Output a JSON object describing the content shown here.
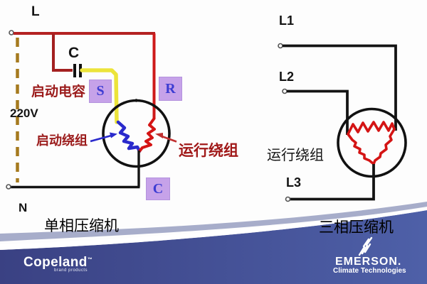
{
  "left_diagram": {
    "terminal_l": "L",
    "terminal_n": "N",
    "capacitor_label": "C",
    "voltage": "220V",
    "start_capacitor_text": "启动电容",
    "start_winding_text": "启动绕组",
    "run_winding_text": "运行绕组",
    "pin_s": "S",
    "pin_r": "R",
    "pin_c": "C",
    "caption": "单相压缩机"
  },
  "right_diagram": {
    "terminal_l1": "L1",
    "terminal_l2": "L2",
    "terminal_l3": "L3",
    "run_winding_text": "运行绕组",
    "caption": "三相压缩机"
  },
  "footer": {
    "copeland_logo": "Copeland",
    "copeland_tm": "™",
    "copeland_sub": "brand products",
    "emerson_logo": "EMERSON.",
    "emerson_sub": "Climate Technologies"
  },
  "colors": {
    "wire_red_main": "#b42222",
    "wire_red_branch": "#a32020",
    "wire_red_run": "#ce1a1a",
    "wire_yellow": "#ece43a",
    "winding_blue": "#2a2acc",
    "winding_red": "#d41414",
    "wire_black": "#141414",
    "dashed_line": "#a57a1e",
    "pin_box_bg": "#c6a2e9",
    "pin_letter": "#3c3cd2",
    "red_label_text": "#9b1b1b",
    "banner_dark_left": "#3a4183",
    "banner_dark_right": "#4e60a8",
    "banner_light_band": "#a7adca"
  }
}
